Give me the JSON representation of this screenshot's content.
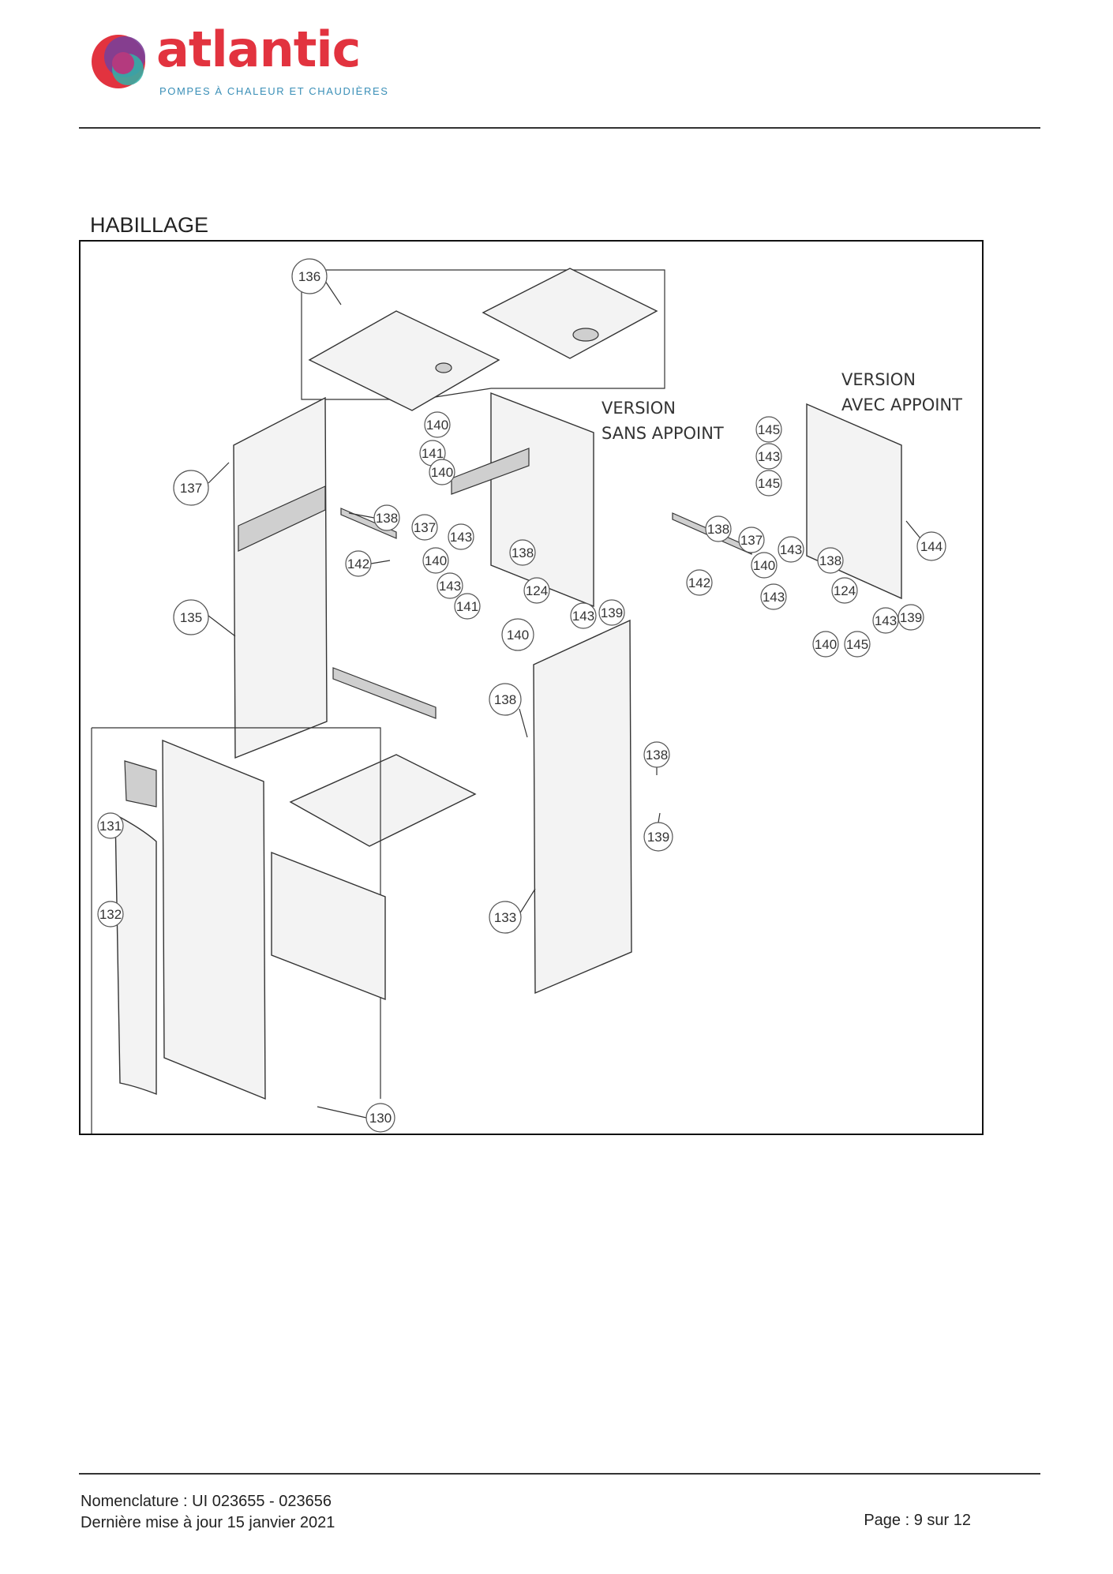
{
  "header": {
    "brand": "atlantic",
    "tagline": "POMPES À CHALEUR ET CHAUDIÈRES",
    "colors": {
      "brand_red": "#e2333f",
      "tagline_blue": "#3a8fb7",
      "logo_purple": "#7b3f98",
      "logo_teal": "#2fb3a8"
    }
  },
  "section": {
    "title": "HABILLAGE"
  },
  "diagram": {
    "version_sans": [
      "VERSION",
      "SANS APPOINT"
    ],
    "version_avec": [
      "VERSION",
      "AVEC APPOINT"
    ],
    "callouts": [
      {
        "id": "c136",
        "label": "136"
      },
      {
        "id": "c137a",
        "label": "137"
      },
      {
        "id": "c135",
        "label": "135"
      },
      {
        "id": "c138a",
        "label": "138"
      },
      {
        "id": "c142a",
        "label": "142"
      },
      {
        "id": "c140a",
        "label": "140"
      },
      {
        "id": "c141a",
        "label": "141"
      },
      {
        "id": "c140b",
        "label": "140"
      },
      {
        "id": "c137b",
        "label": "137"
      },
      {
        "id": "c143a",
        "label": "143"
      },
      {
        "id": "c140c",
        "label": "140"
      },
      {
        "id": "c138b",
        "label": "138"
      },
      {
        "id": "c143b",
        "label": "143"
      },
      {
        "id": "c124a",
        "label": "124"
      },
      {
        "id": "c141b",
        "label": "141"
      },
      {
        "id": "c140d",
        "label": "140"
      },
      {
        "id": "c143c",
        "label": "143"
      },
      {
        "id": "c139a",
        "label": "139"
      },
      {
        "id": "c145a",
        "label": "145"
      },
      {
        "id": "c143d",
        "label": "143"
      },
      {
        "id": "c145b",
        "label": "145"
      },
      {
        "id": "c138c",
        "label": "138"
      },
      {
        "id": "c137c",
        "label": "137"
      },
      {
        "id": "c143e",
        "label": "143"
      },
      {
        "id": "c140e",
        "label": "140"
      },
      {
        "id": "c138d",
        "label": "138"
      },
      {
        "id": "c144",
        "label": "144"
      },
      {
        "id": "c142b",
        "label": "142"
      },
      {
        "id": "c143f",
        "label": "143"
      },
      {
        "id": "c124b",
        "label": "124"
      },
      {
        "id": "c143g",
        "label": "143"
      },
      {
        "id": "c139b",
        "label": "139"
      },
      {
        "id": "c140f",
        "label": "140"
      },
      {
        "id": "c145c",
        "label": "145"
      },
      {
        "id": "c138e",
        "label": "138"
      },
      {
        "id": "c138f",
        "label": "138"
      },
      {
        "id": "c139c",
        "label": "139"
      },
      {
        "id": "c133",
        "label": "133"
      },
      {
        "id": "c131",
        "label": "131"
      },
      {
        "id": "c132",
        "label": "132"
      },
      {
        "id": "c130",
        "label": "130"
      }
    ]
  },
  "footer": {
    "nomenclature": "Nomenclature : UI 023655 - 023656",
    "updated": "Dernière mise à jour 15 janvier 2021",
    "page": "Page : 9 sur 12"
  }
}
